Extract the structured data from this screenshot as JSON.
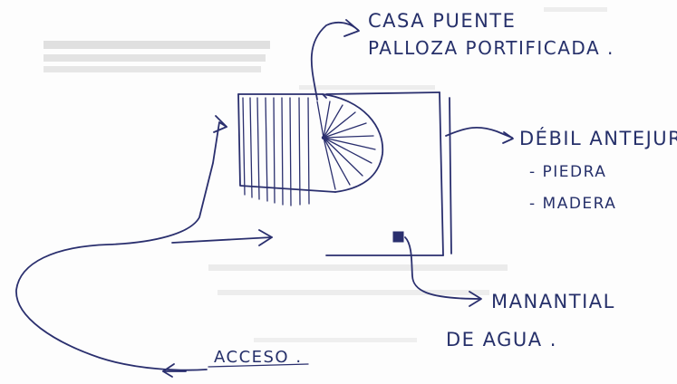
{
  "diagram": {
    "ink_color": "#2a2f6e",
    "background_color": "#fdfdfd",
    "labels": {
      "casa_line1": "CASA PUENTE",
      "casa_line2": "PALLOZA PORTIFICADA .",
      "debil_title": "DÉBIL ANTEJURAL",
      "piedra": "- PIEDRA",
      "madera": "- MADERA",
      "manantial_line1": "MANANTIAL",
      "manantial_line2": "DE AGUA .",
      "acceso": "ACCESO ."
    }
  }
}
